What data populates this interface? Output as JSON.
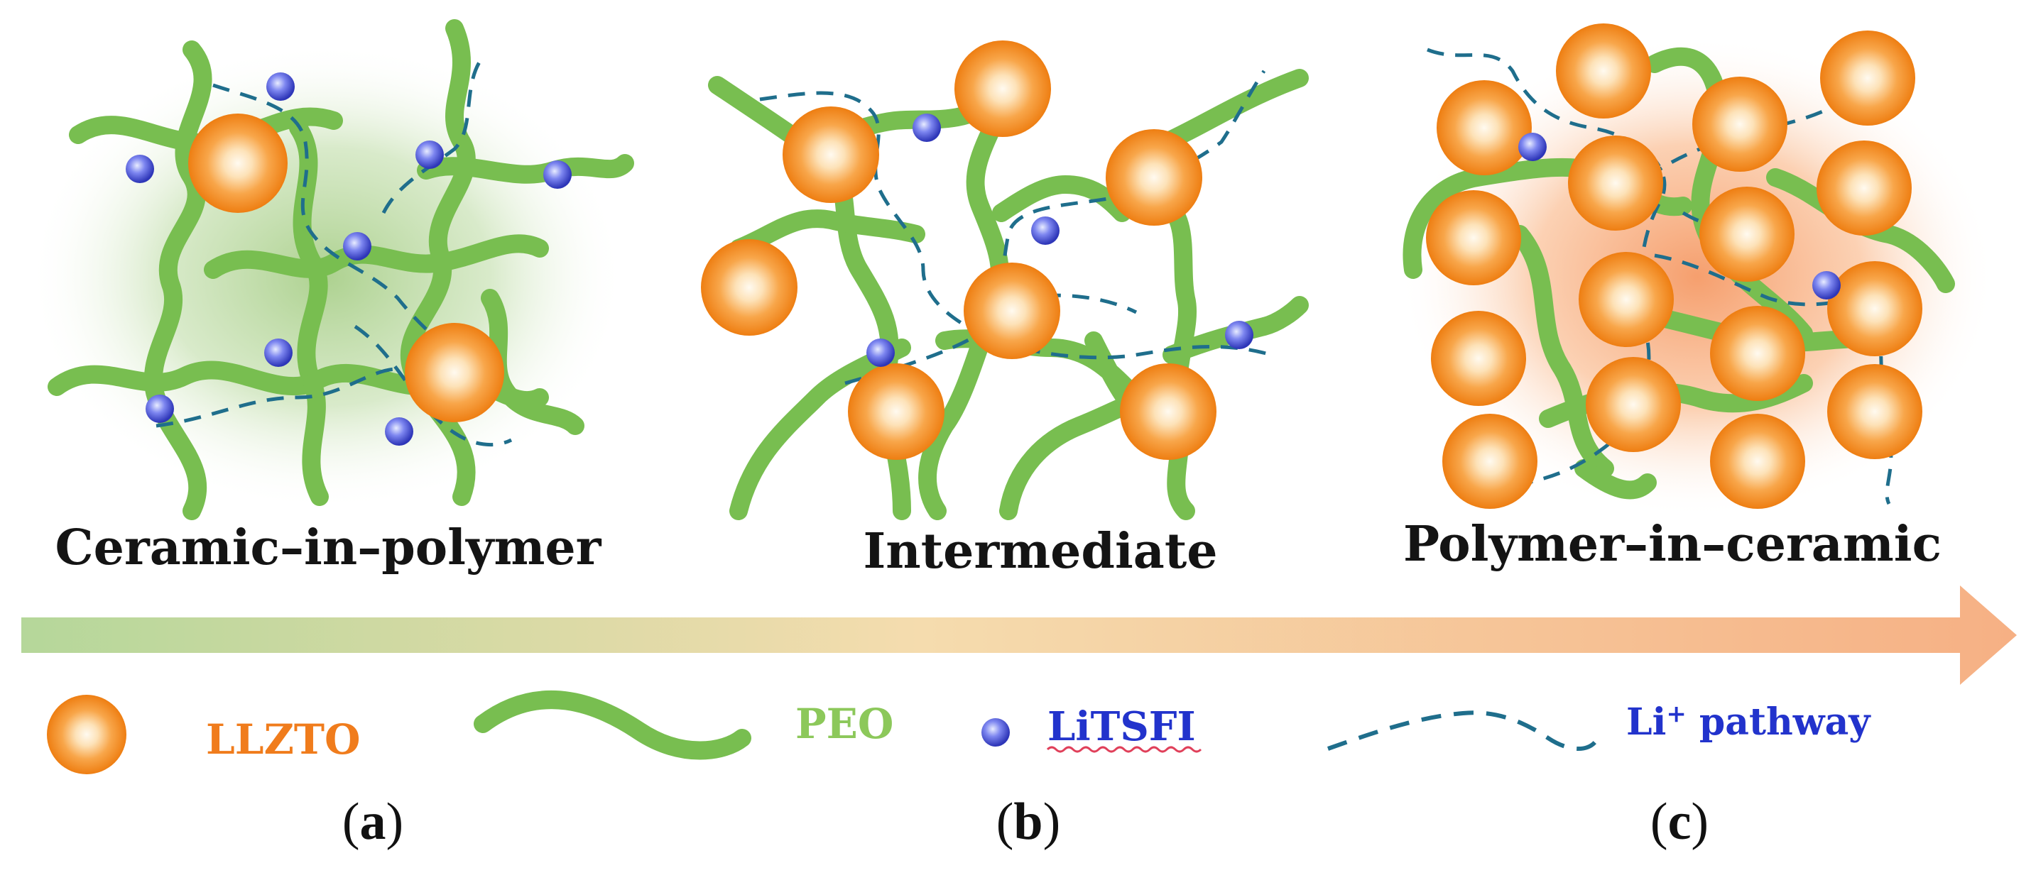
{
  "titles": {
    "a": "Ceramic–in–polymer",
    "b": "Intermediate",
    "c": "Polymer–in–ceramic"
  },
  "legend": {
    "llzto": "LLZTO",
    "peo": "PEO",
    "litsfi": "LiTSFI",
    "li_pathway_prefix": "Li",
    "li_pathway_sup": "+",
    "li_pathway_suffix": " pathway"
  },
  "panel_labels": {
    "a_open": "(",
    "a_letter": "a",
    "a_close": ")",
    "b_open": "(",
    "b_letter": "b",
    "b_close": ")",
    "c_open": "(",
    "c_letter": "c",
    "c_close": ")"
  },
  "colors": {
    "polymer_green": "#78be50",
    "particle_orange": "#f28a1e",
    "particle_core": "#fff6e8",
    "salt_blue": "#4a52d4",
    "pathway_teal": "#1f6e8c",
    "llzto_text": "#f07c1c",
    "peo_text": "#8cc85a",
    "litsfi_text": "#2233cc",
    "pathway_text": "#2233cc",
    "arrow_start": "#b8d99a",
    "arrow_end": "#f6b486"
  }
}
